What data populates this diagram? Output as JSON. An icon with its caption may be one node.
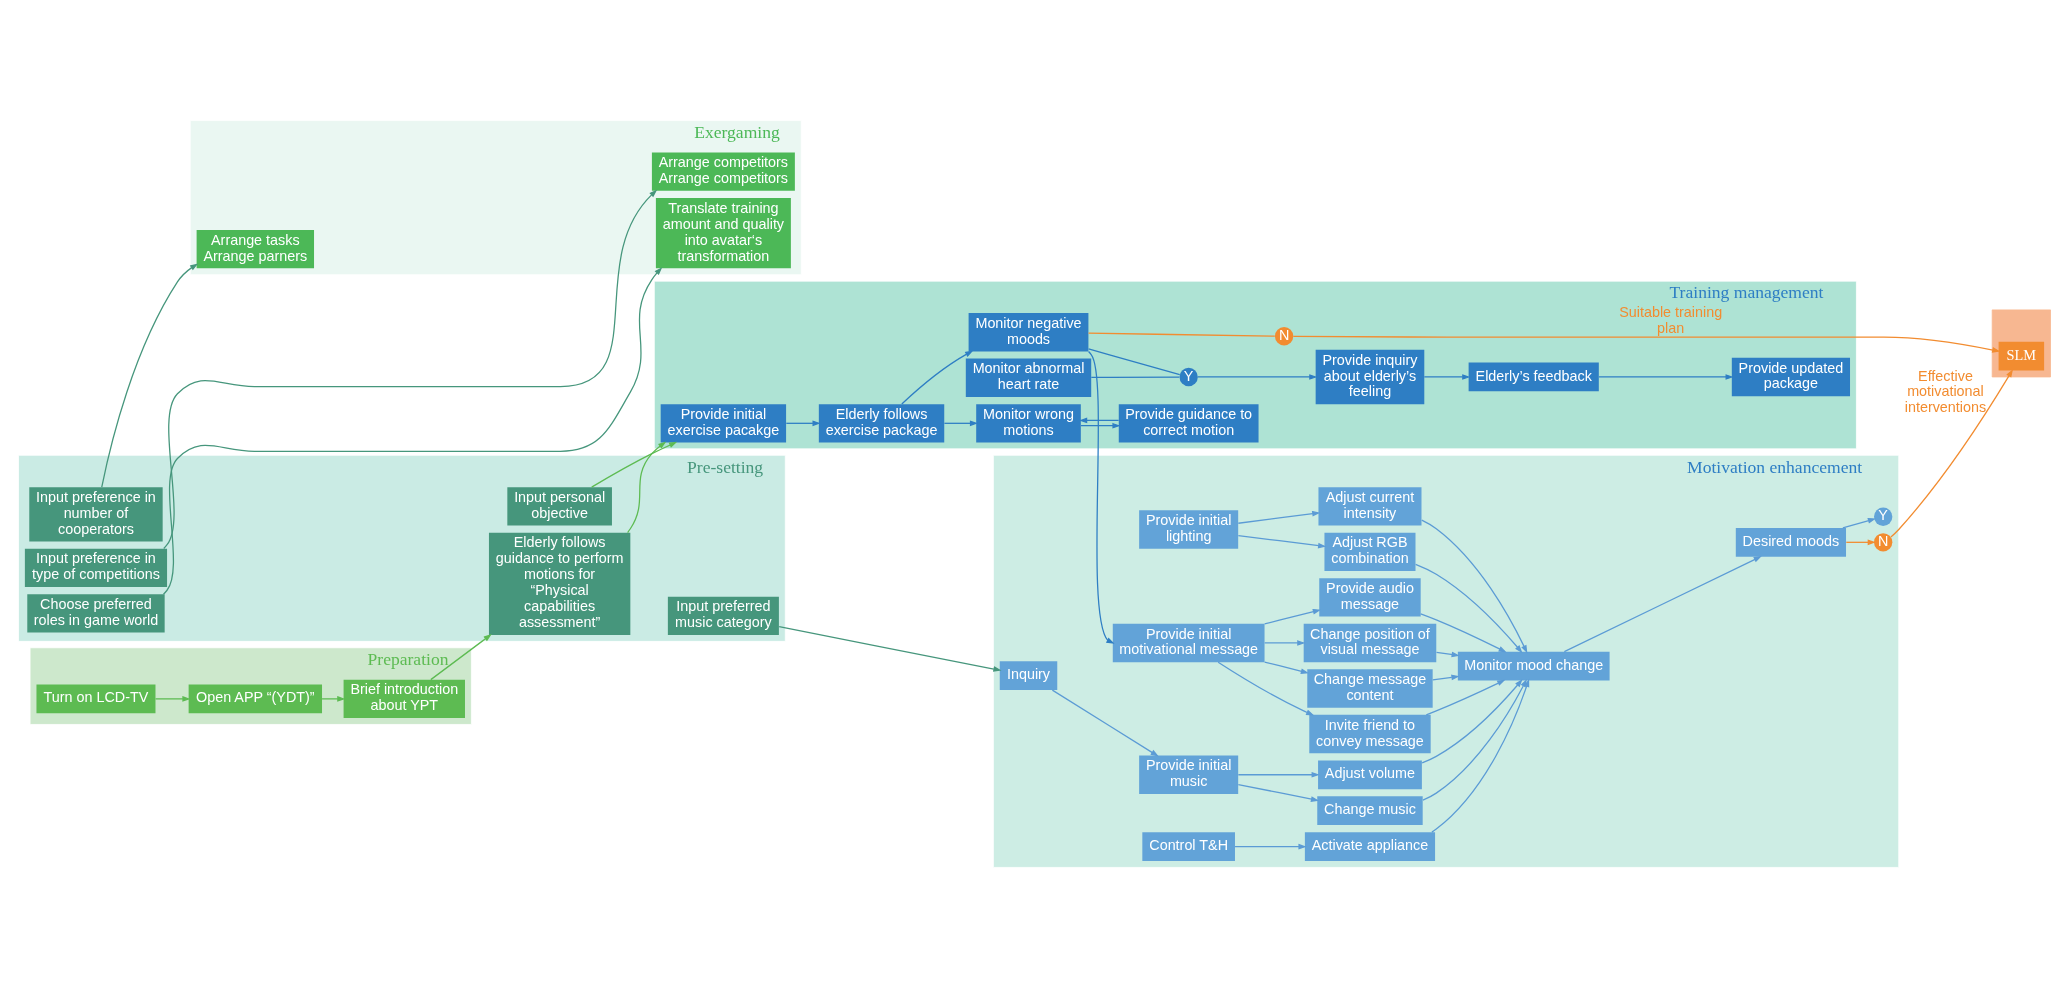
{
  "diagram": {
    "nodes": [
      {
        "text": [
          "Preparation"
        ]
      },
      {
        "text": [
          "Turn on LCD-TV"
        ],
        "in": 0
      },
      {
        "text": [
          "Open APP “(YDT)”"
        ],
        "in": 0
      },
      {
        "text": [
          "Brief introduction about YPT"
        ],
        "in": 0
      },
      {
        "text": [
          "Pre-setting"
        ]
      },
      {
        "text": [
          "Input preference in number of cooperators"
        ],
        "in": 4
      },
      {
        "text": [
          "Input preference in type of competitions"
        ],
        "in": 4
      },
      {
        "text": [
          "Choose preferred roles in game world"
        ],
        "in": 4
      },
      {
        "text": [
          "Elderly follows guidance to perform motions for “Physical capabilities assessment”"
        ],
        "in": 4
      },
      {
        "text": [
          "Input personal objective"
        ],
        "in": 4
      },
      {
        "text": [
          "Input preferred music category"
        ],
        "in": 4
      },
      {
        "text": [
          "Training management"
        ]
      },
      {
        "text": [
          "Provide initial exercise pacakge"
        ],
        "in": 11
      },
      {
        "text": [
          "Elderly follows exercise package"
        ],
        "in": 11
      },
      {
        "text": [
          "Monitor wrong motions"
        ],
        "in": 11
      },
      {
        "text": [
          "Monitor abnormal heart rate"
        ],
        "in": 11
      },
      {
        "text": [
          "Monitor negative moods"
        ],
        "in": 11
      },
      {
        "text": [
          "Provide guidance to correct motion"
        ],
        "in": 11
      },
      {
        "text": [
          "Y"
        ],
        "in": 11
      },
      {
        "text": [
          "N"
        ],
        "in": 11
      },
      {
        "text": [
          "Provide inquiry about elderly’s feeling"
        ],
        "in": 11
      },
      {
        "text": [
          "Elderly’s feedback"
        ],
        "in": 11
      },
      {
        "text": [
          "Provide updated package"
        ],
        "in": 11
      },
      {
        "text": [
          "Motivation enhancement"
        ]
      },
      {
        "text": [
          "Provide initial motivational message"
        ],
        "in": 23
      },
      {
        "text": [
          "Invite friend to convey message"
        ],
        "in": 23
      },
      {
        "text": [
          "Change message content"
        ],
        "in": 23
      },
      {
        "text": [
          "Change position of visual message"
        ],
        "in": 23
      },
      {
        "text": [
          "Provide audio message"
        ],
        "in": 23
      },
      {
        "text": [
          "Monitor mood change"
        ],
        "in": 23
      },
      {
        "text": [
          "Control T&H"
        ],
        "in": 23
      },
      {
        "text": [
          "Activate appliance"
        ],
        "in": 23
      },
      {
        "text": [
          "Provide initial lighting"
        ],
        "in": 23
      },
      {
        "text": [
          "Adjust RGB combination"
        ],
        "in": 23
      },
      {
        "text": [
          "Adjust current intensity"
        ],
        "in": 23
      },
      {
        "text": [
          "Desired moods"
        ],
        "in": 23
      },
      {
        "text": [
          "N"
        ],
        "in": 23
      },
      {
        "text": [
          "Y"
        ],
        "in": 23
      },
      {
        "text": [
          "Inquiry"
        ],
        "in": 23
      },
      {
        "text": [
          "Provide initial music"
        ],
        "in": 23
      },
      {
        "text": [
          "Change music"
        ],
        "in": 23
      },
      {
        "text": [
          "Adjust volume"
        ],
        "in": 23
      },
      {
        "text": [
          "Exergaming"
        ]
      },
      {
        "text": [
          "Arrange tasks",
          "Arrange parners"
        ],
        "in": 42
      },
      {
        "text": [
          "Arrange competitors",
          "Arrange competitors"
        ],
        "in": 42
      },
      {
        "text": [
          "Translate training amount and quality into avatar‘s transformation"
        ],
        "in": 42
      },
      {
        "text": [],
        "shape": "bar"
      },
      {
        "text": [
          "SLM"
        ],
        "in": 46
      }
    ],
    "edges": [
      {
        "from": 1,
        "to": 2,
        "arrow": "to",
        "color": "#5dbb52"
      },
      {
        "from": 2,
        "to": 3,
        "arrow": "to",
        "color": "#5dbb52"
      },
      {
        "from": 3,
        "to": 8,
        "arrow": "to",
        "color": "#5dbb52"
      },
      {
        "from": 5,
        "to": 43,
        "arrow": "to",
        "color": "#46967c"
      },
      {
        "from": 6,
        "to": 44,
        "arrow": "to",
        "color": "#46967c"
      },
      {
        "from": 7,
        "to": 45,
        "arrow": "to",
        "color": "#46967c"
      },
      {
        "from": 8,
        "to": 12,
        "arrow": "to",
        "color": "#5dbb52"
      },
      {
        "from": 9,
        "to": 12,
        "arrow": "to",
        "color": "#5dbb52"
      },
      {
        "from": 12,
        "to": 13,
        "arrow": "to",
        "color": "#2e7ec4"
      },
      {
        "from": 13,
        "to": 14,
        "arrow": "to",
        "color": "#2e7ec4"
      },
      {
        "from": 13,
        "to": 16,
        "arrow": "to",
        "color": "#2e7ec4"
      },
      {
        "from": 14,
        "to": 17,
        "arrow": "to",
        "color": "#2e7ec4"
      },
      {
        "from": 17,
        "to": 14,
        "arrow": "to",
        "color": "#2e7ec4"
      },
      {
        "from": 15,
        "to": 18,
        "arrow": "none",
        "color": "#2e7ec4"
      },
      {
        "from": 16,
        "to": 18,
        "arrow": "none",
        "color": "#2e7ec4"
      },
      {
        "from": 16,
        "to": 19,
        "arrow": "none",
        "color": "#f28c30"
      },
      {
        "from": 18,
        "to": 20,
        "arrow": "to",
        "color": "#2e7ec4"
      },
      {
        "from": 20,
        "to": 21,
        "arrow": "to",
        "color": "#2e7ec4"
      },
      {
        "from": 21,
        "to": 22,
        "arrow": "to",
        "color": "#2e7ec4"
      },
      {
        "from": 19,
        "to": 47,
        "arrow": "to",
        "label": "Suitable training plan",
        "color": "#f28c30"
      },
      {
        "from": 16,
        "to": 24,
        "arrow": "to",
        "color": "#2e7ec4"
      },
      {
        "from": 24,
        "to": 25,
        "arrow": "to"
      },
      {
        "from": 24,
        "to": 26,
        "arrow": "to"
      },
      {
        "from": 24,
        "to": 27,
        "arrow": "to"
      },
      {
        "from": 24,
        "to": 28,
        "arrow": "to"
      },
      {
        "from": 25,
        "to": 29,
        "arrow": "to"
      },
      {
        "from": 26,
        "to": 29,
        "arrow": "to"
      },
      {
        "from": 27,
        "to": 29,
        "arrow": "to"
      },
      {
        "from": 28,
        "to": 29,
        "arrow": "to"
      },
      {
        "from": 30,
        "to": 31,
        "arrow": "to"
      },
      {
        "from": 32,
        "to": 33,
        "arrow": "to"
      },
      {
        "from": 32,
        "to": 34,
        "arrow": "to"
      },
      {
        "from": 10,
        "to": 38,
        "arrow": "to",
        "color": "#46967c"
      },
      {
        "from": 38,
        "to": 39,
        "arrow": "to"
      },
      {
        "from": 39,
        "to": 40,
        "arrow": "to"
      },
      {
        "from": 39,
        "to": 41,
        "arrow": "to"
      },
      {
        "from": 31,
        "to": 29,
        "arrow": "to"
      },
      {
        "from": 33,
        "to": 29,
        "arrow": "to"
      },
      {
        "from": 34,
        "to": 29,
        "arrow": "to"
      },
      {
        "from": 40,
        "to": 29,
        "arrow": "to"
      },
      {
        "from": 41,
        "to": 29,
        "arrow": "to"
      },
      {
        "from": 29,
        "to": 35,
        "arrow": "to"
      },
      {
        "from": 35,
        "to": 36,
        "arrow": "to",
        "color": "#f28c30"
      },
      {
        "from": 35,
        "to": 37,
        "arrow": "to"
      },
      {
        "from": 36,
        "to": 47,
        "arrow": "to",
        "label": "Effective motivational interventions",
        "color": "#f28c30"
      }
    ]
  }
}
